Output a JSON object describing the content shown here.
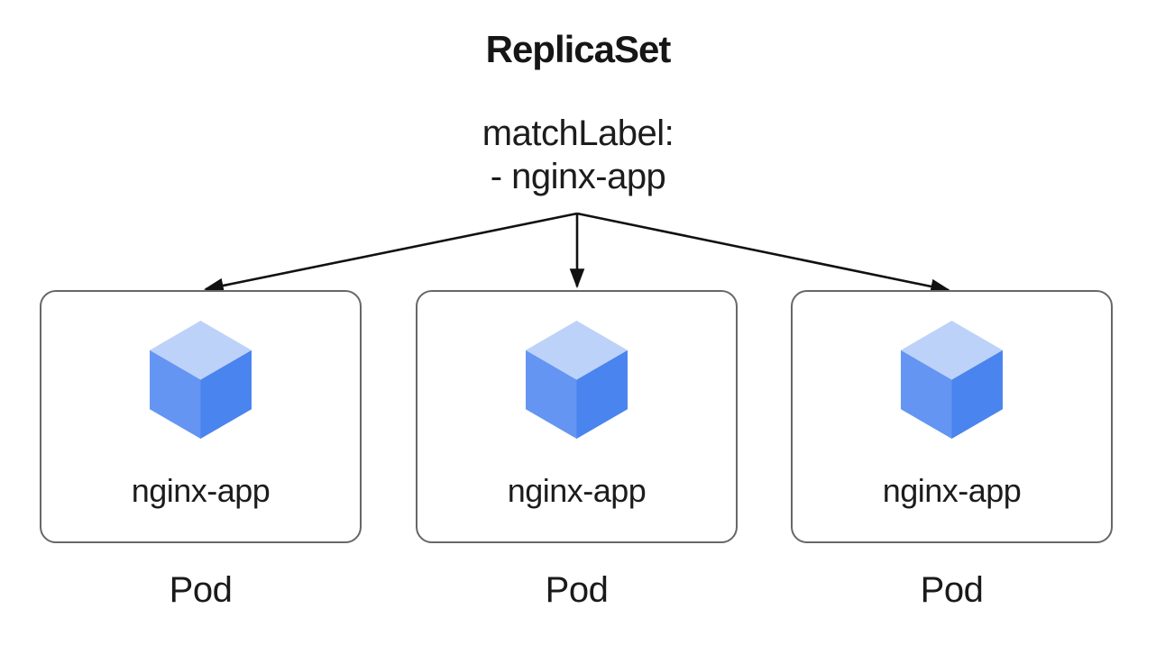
{
  "diagram": {
    "title": "ReplicaSet",
    "selector": {
      "line1": "matchLabel:",
      "line2": "- nginx-app"
    },
    "pods": [
      {
        "label": "nginx-app",
        "caption": "Pod",
        "icon": "cube-icon"
      },
      {
        "label": "nginx-app",
        "caption": "Pod",
        "icon": "cube-icon"
      },
      {
        "label": "nginx-app",
        "caption": "Pod",
        "icon": "cube-icon"
      }
    ],
    "colors": {
      "cube_top": "#bdd2f9",
      "cube_left": "#6495f2",
      "cube_right": "#4a84ee",
      "box_border": "#676767",
      "arrow": "#111111",
      "text": "#1a1a1a",
      "background": "#ffffff"
    }
  }
}
